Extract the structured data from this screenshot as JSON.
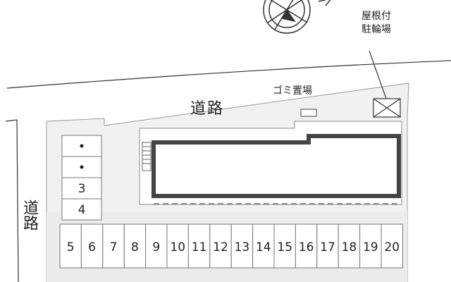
{
  "map": {
    "labels": {
      "road_top": "道路",
      "road_left": "道路",
      "garbage_area": "ゴミ置場",
      "roofed_bicycle_parking": "屋根付\n駐輪場"
    },
    "parking_left": [
      {
        "label": "",
        "marker": "dot"
      },
      {
        "label": "",
        "marker": "dot"
      },
      {
        "label": "3"
      },
      {
        "label": "4"
      }
    ],
    "parking_bottom": [
      "5",
      "6",
      "7",
      "8",
      "9",
      "10",
      "11",
      "12",
      "13",
      "14",
      "15",
      "16",
      "17",
      "18",
      "19",
      "20"
    ],
    "icons": [
      "compass-rose-icon",
      "bicycle-parking-marker",
      "garbage-area-marker",
      "stairs-icon"
    ]
  }
}
